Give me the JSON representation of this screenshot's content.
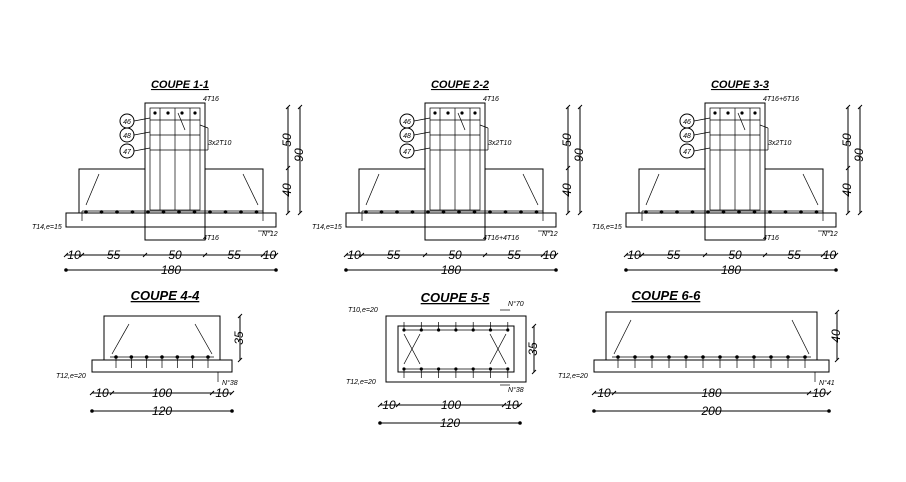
{
  "sections": [
    {
      "kind": "column",
      "title": "COUPE 1-1",
      "top_bars": "4T16",
      "stirrups": "3x2T10",
      "bubbles": [
        "46",
        "48",
        "47"
      ],
      "bottom_left": "T14,e=15",
      "bottom_bars": "4T16",
      "bottom_right": "N°12",
      "dim_v_upper": "50",
      "dim_v_lower": "40",
      "dim_v_total": "90",
      "dim_h": [
        "10",
        "55",
        "50",
        "55",
        "10"
      ],
      "dim_total": "180"
    },
    {
      "kind": "column",
      "title": "COUPE 2-2",
      "top_bars": "4T16",
      "stirrups": "3x2T10",
      "bubbles": [
        "46",
        "48",
        "47"
      ],
      "bottom_left": "T14,e=15",
      "bottom_bars": "4T16+4T16",
      "bottom_right": "N°12",
      "dim_v_upper": "50",
      "dim_v_lower": "40",
      "dim_v_total": "90",
      "dim_h": [
        "10",
        "55",
        "50",
        "55",
        "10"
      ],
      "dim_total": "180"
    },
    {
      "kind": "column",
      "title": "COUPE 3-3",
      "top_bars": "4T16+6T16",
      "stirrups": "3x2T10",
      "bubbles": [
        "46",
        "48",
        "47"
      ],
      "bottom_left": "T16,e=15",
      "bottom_bars": "4T16",
      "bottom_right": "N°12",
      "dim_v_upper": "50",
      "dim_v_lower": "40",
      "dim_v_total": "90",
      "dim_h": [
        "10",
        "55",
        "50",
        "55",
        "10"
      ],
      "dim_total": "180"
    },
    {
      "kind": "footing",
      "title": "COUPE 4-4",
      "bottom_left": "T12,e=20",
      "bottom_right": "N°38",
      "dim_v": "35",
      "dim_h": [
        "10",
        "100",
        "10"
      ],
      "dim_total": "120"
    },
    {
      "kind": "boxed",
      "title": "COUPE 5-5",
      "top_left": "T10,e=20",
      "top_right": "N°70",
      "bottom_left": "T12,e=20",
      "bottom_right": "N°38",
      "dim_v": "35",
      "dim_h": [
        "10",
        "100",
        "10"
      ],
      "dim_total": "120"
    },
    {
      "kind": "footing",
      "title": "COUPE 6-6",
      "bottom_left": "T12,e=20",
      "bottom_right": "N°41",
      "dim_v": "40",
      "dim_h": [
        "10",
        "180",
        "10"
      ],
      "dim_total": "200"
    }
  ]
}
